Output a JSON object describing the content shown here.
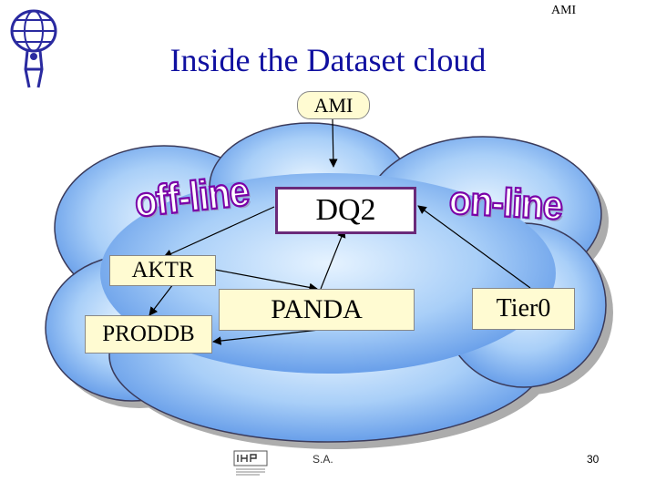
{
  "header": {
    "corner_label": "AMI",
    "title": "Inside the Dataset cloud"
  },
  "diagram": {
    "nodes": {
      "ami": "AMI",
      "dq2": "DQ2",
      "aktr": "AKTR",
      "panda": "PANDA",
      "proddb": "PRODDB",
      "tier0": "Tier0"
    },
    "labels": {
      "offline": "off-line",
      "online": "on-line"
    }
  },
  "footer": {
    "author": "S.A.",
    "page_number": "30"
  },
  "colors": {
    "cloud_light": "#cfe6ff",
    "cloud_dark": "#5a94e6",
    "box_fill": "#fffbd2",
    "dq2_border": "#6a2a7a",
    "title": "#1010a0"
  }
}
